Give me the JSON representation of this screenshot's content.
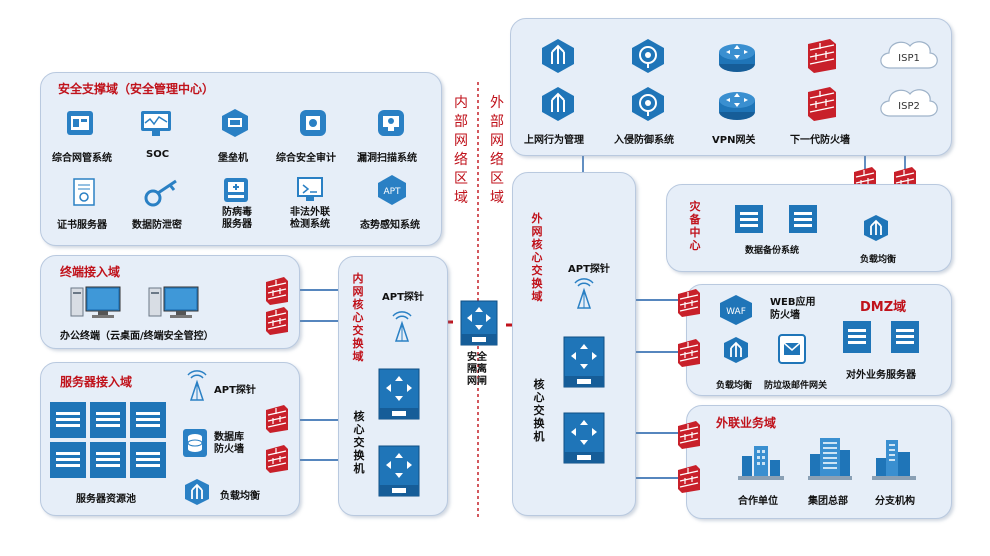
{
  "security_zone": {
    "title": "安全支撑域（安全管理中心）",
    "items": [
      "综合网管系统",
      "SOC",
      "堡垒机",
      "综合安全审计",
      "漏洞扫描系统",
      "证书服务器",
      "数据防泄密",
      "防病毒\n服务器",
      "非法外联\n检测系统",
      "态势感知系统"
    ],
    "apt_icon_text": "APT"
  },
  "terminal_zone": {
    "title": "终端接入域",
    "caption": "办公终端（云桌面/终端安全管控）"
  },
  "server_zone": {
    "title": "服务器接入域",
    "apt": "APT探针",
    "db_fw": "数据库\n防火墙",
    "lb": "负载均衡",
    "pool": "服务器资源池"
  },
  "inner_core": {
    "title": "内网核心交换域",
    "apt": "APT探针",
    "switch": "核心交换机"
  },
  "separator": {
    "inner_label": "内部网络区域",
    "outer_label": "外部网络区域",
    "gateway": "安全\n隔离\n网闸"
  },
  "outer_core": {
    "title": "外网核心交换域",
    "apt": "APT探针",
    "switch": "核心交换机"
  },
  "internet_zone": {
    "labels": [
      "上网行为管理",
      "入侵防御系统",
      "VPN网关",
      "下一代防火墙"
    ],
    "isp": [
      "ISP1",
      "ISP2"
    ]
  },
  "dr_zone": {
    "title": "灾备中心",
    "backup": "数据备份系统",
    "lb": "负载均衡"
  },
  "dmz_zone": {
    "title": "DMZ域",
    "waf_icon": "WAF",
    "waf": "WEB应用\n防火墙",
    "lb": "负载均衡",
    "mail": "防垃圾邮件网关",
    "servers": "对外业务服务器"
  },
  "ext_zone": {
    "title": "外联业务域",
    "items": [
      "合作单位",
      "集团总部",
      "分支机构"
    ]
  },
  "colors": {
    "zone_bg": "#e6eef8",
    "title_red": "#c0121b",
    "icon_blue": "#1f75b8",
    "firewall_red": "#c8202a"
  }
}
